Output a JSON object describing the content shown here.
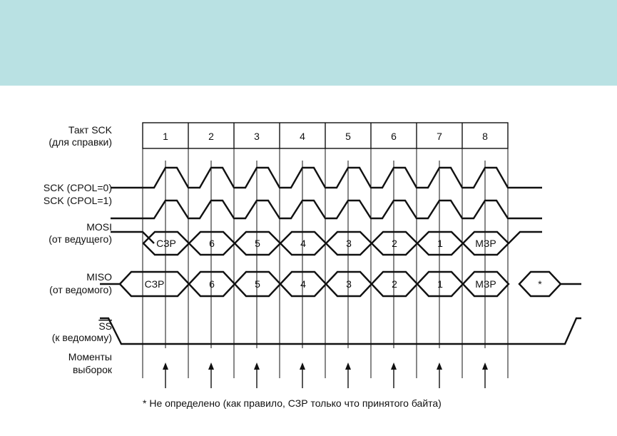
{
  "header": {
    "band_color": "#b9e1e3"
  },
  "labels": {
    "clock_ref": [
      "Такт SCK",
      "(для справки)"
    ],
    "sck0": "SCK (CPOL=0)",
    "sck1": "SCK (CPOL=1)",
    "mosi": [
      "MOSI",
      "(от ведущего)"
    ],
    "miso": [
      "MISO",
      "(от ведомого)"
    ],
    "ss": [
      "SS",
      "(к ведомому)"
    ],
    "samples": [
      "Моменты",
      "выборок"
    ]
  },
  "clock_cycles": [
    "1",
    "2",
    "3",
    "4",
    "5",
    "6",
    "7",
    "8"
  ],
  "mosi_bits": [
    "СЗР",
    "6",
    "5",
    "4",
    "3",
    "2",
    "1",
    "МЗР"
  ],
  "miso_bits": [
    "СЗР",
    "6",
    "5",
    "4",
    "3",
    "2",
    "1",
    "МЗР",
    "*"
  ],
  "footnote": "* Не определено (как правило, СЗР только что принятого байта)"
}
